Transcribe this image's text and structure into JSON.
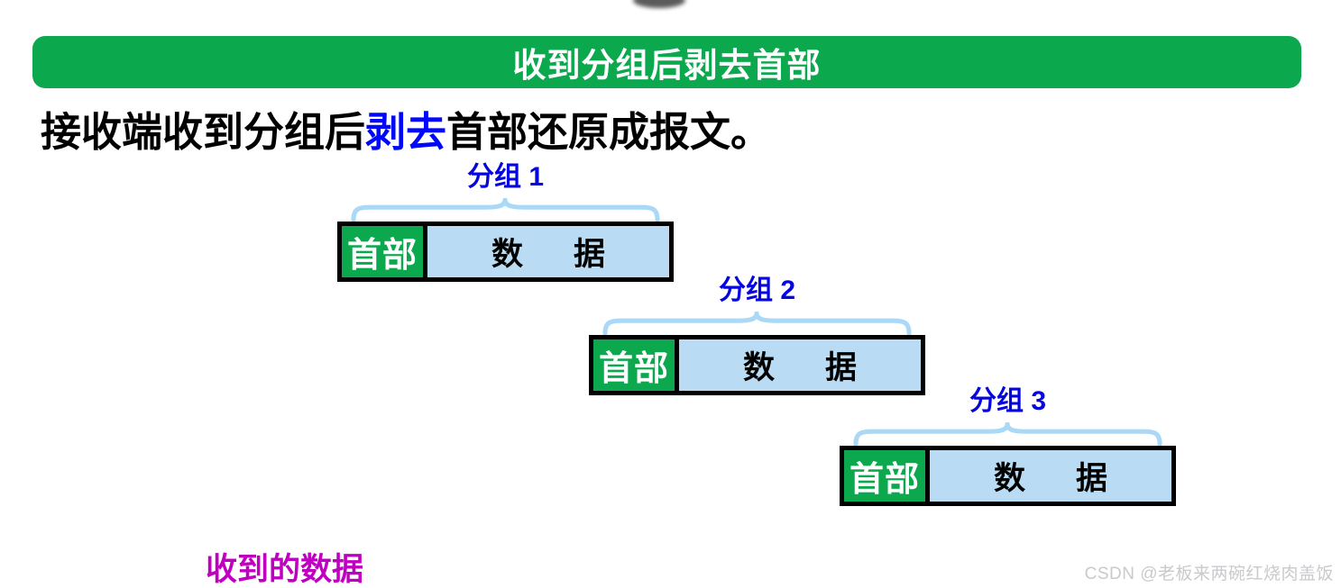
{
  "title_banner": {
    "text": "收到分组后剥去首部"
  },
  "subtitle": {
    "prefix": "接收端收到分组后",
    "highlight": "剥去",
    "suffix": "首部还原成报文。"
  },
  "packets": [
    {
      "label": "分组 1",
      "header_label": "首部",
      "data_left": "数",
      "data_right": "据"
    },
    {
      "label": "分组 2",
      "header_label": "首部",
      "data_left": "数",
      "data_right": "据"
    },
    {
      "label": "分组 3",
      "header_label": "首部",
      "data_left": "数",
      "data_right": "据"
    }
  ],
  "footer": {
    "received_data_label": "收到的数据",
    "watermark": "CSDN @老板来两碗红烧肉盖饭"
  },
  "colors": {
    "banner_green": "#0CA84E",
    "header_green": "#0CA84E",
    "data_blue": "#B9DCF4",
    "brace_blue": "#A9D9F7",
    "packet_label_blue": "#0505E0",
    "highlight_blue": "#0008FA",
    "received_magenta": "#C000C0",
    "watermark_gray": "#C8CACC"
  }
}
